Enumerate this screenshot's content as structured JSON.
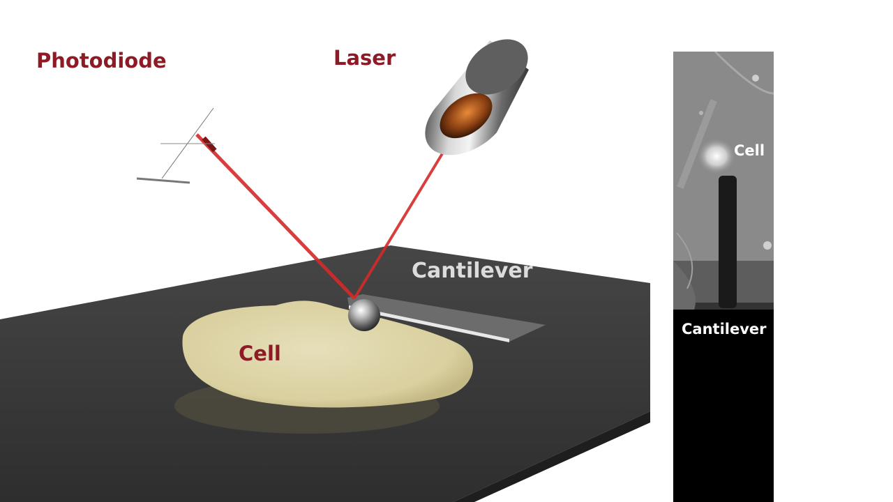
{
  "labels": {
    "photodiode": "Photodiode",
    "laser": "Laser",
    "cell": "Cell",
    "cantilever": "Cantilever"
  },
  "micrograph": {
    "cell_label": "Cell",
    "cantilever_label": "Cantilever"
  },
  "colors": {
    "label_red": "#8e1a26",
    "laser_beam": "#d42a2a",
    "substrate": "#3a3a3a",
    "cell_body": "#ddd4a8",
    "cantilever_label": "#dcdcdc"
  }
}
